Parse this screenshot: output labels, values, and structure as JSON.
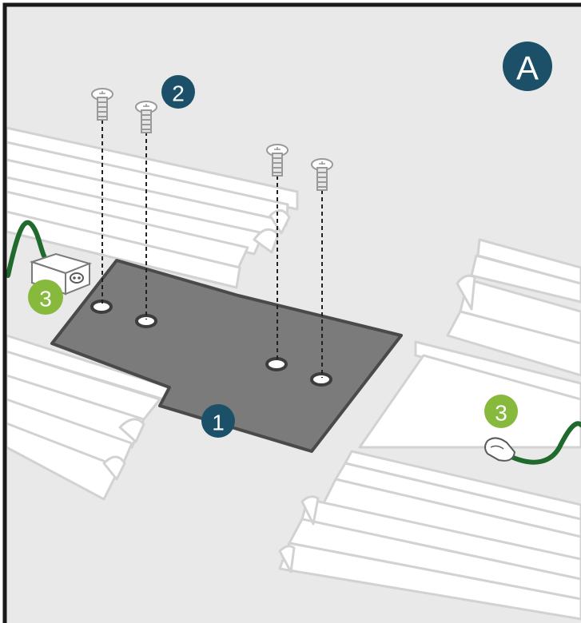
{
  "panel": {
    "letter": "A"
  },
  "callouts": {
    "plate": "1",
    "screws": "2",
    "connector_left": "3",
    "connector_right": "3"
  },
  "colors": {
    "background": "#e9e9e9",
    "frame": "#1a1a1a",
    "rail_fill": "#ffffff",
    "rail_line": "#cfcfcf",
    "plate_fill": "#7b7b7b",
    "plate_edge": "#4a4a4a",
    "badge_dark": "#1c5068",
    "badge_green": "#86b93c",
    "cable": "#1f6a2c"
  },
  "icons": [
    "screw-icon",
    "cable-icon",
    "connector-block-icon",
    "connector-plug-icon"
  ]
}
